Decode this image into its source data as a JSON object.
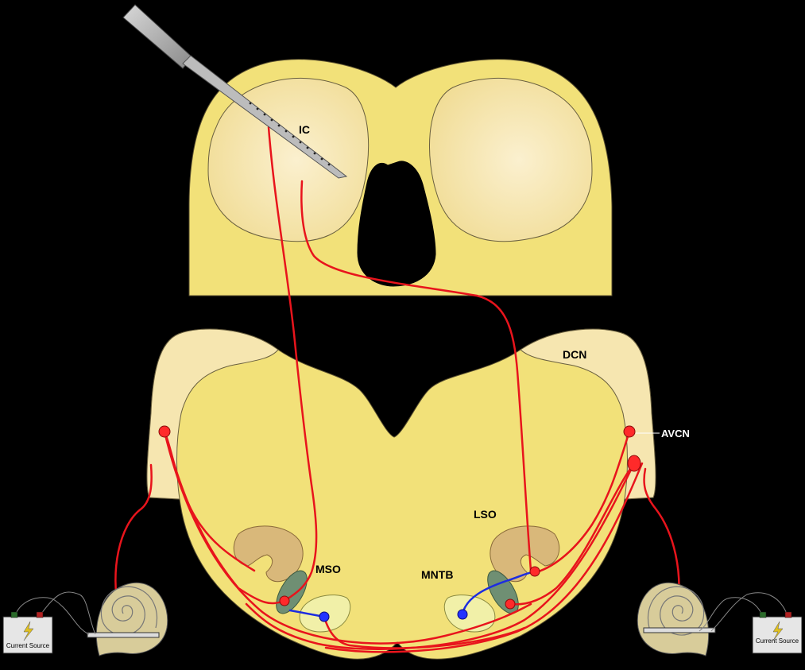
{
  "labels": {
    "ic": "IC",
    "dcn": "DCN",
    "avcn": "AVCN",
    "lso": "LSO",
    "mso": "MSO",
    "mntb": "MNTB"
  },
  "current_source": {
    "left_label": "Current Source",
    "right_label": "Current Source"
  },
  "colors": {
    "tissue": "#f2e179",
    "nucleus_light": "#f6e6b0",
    "lso": "#d9b87a",
    "mso": "#6f8f73",
    "mntb": "#f1f0a8",
    "excitatory_pathway": "#e8141c",
    "inhibitory_pathway": "#1c2ce0",
    "background": "#000000"
  }
}
